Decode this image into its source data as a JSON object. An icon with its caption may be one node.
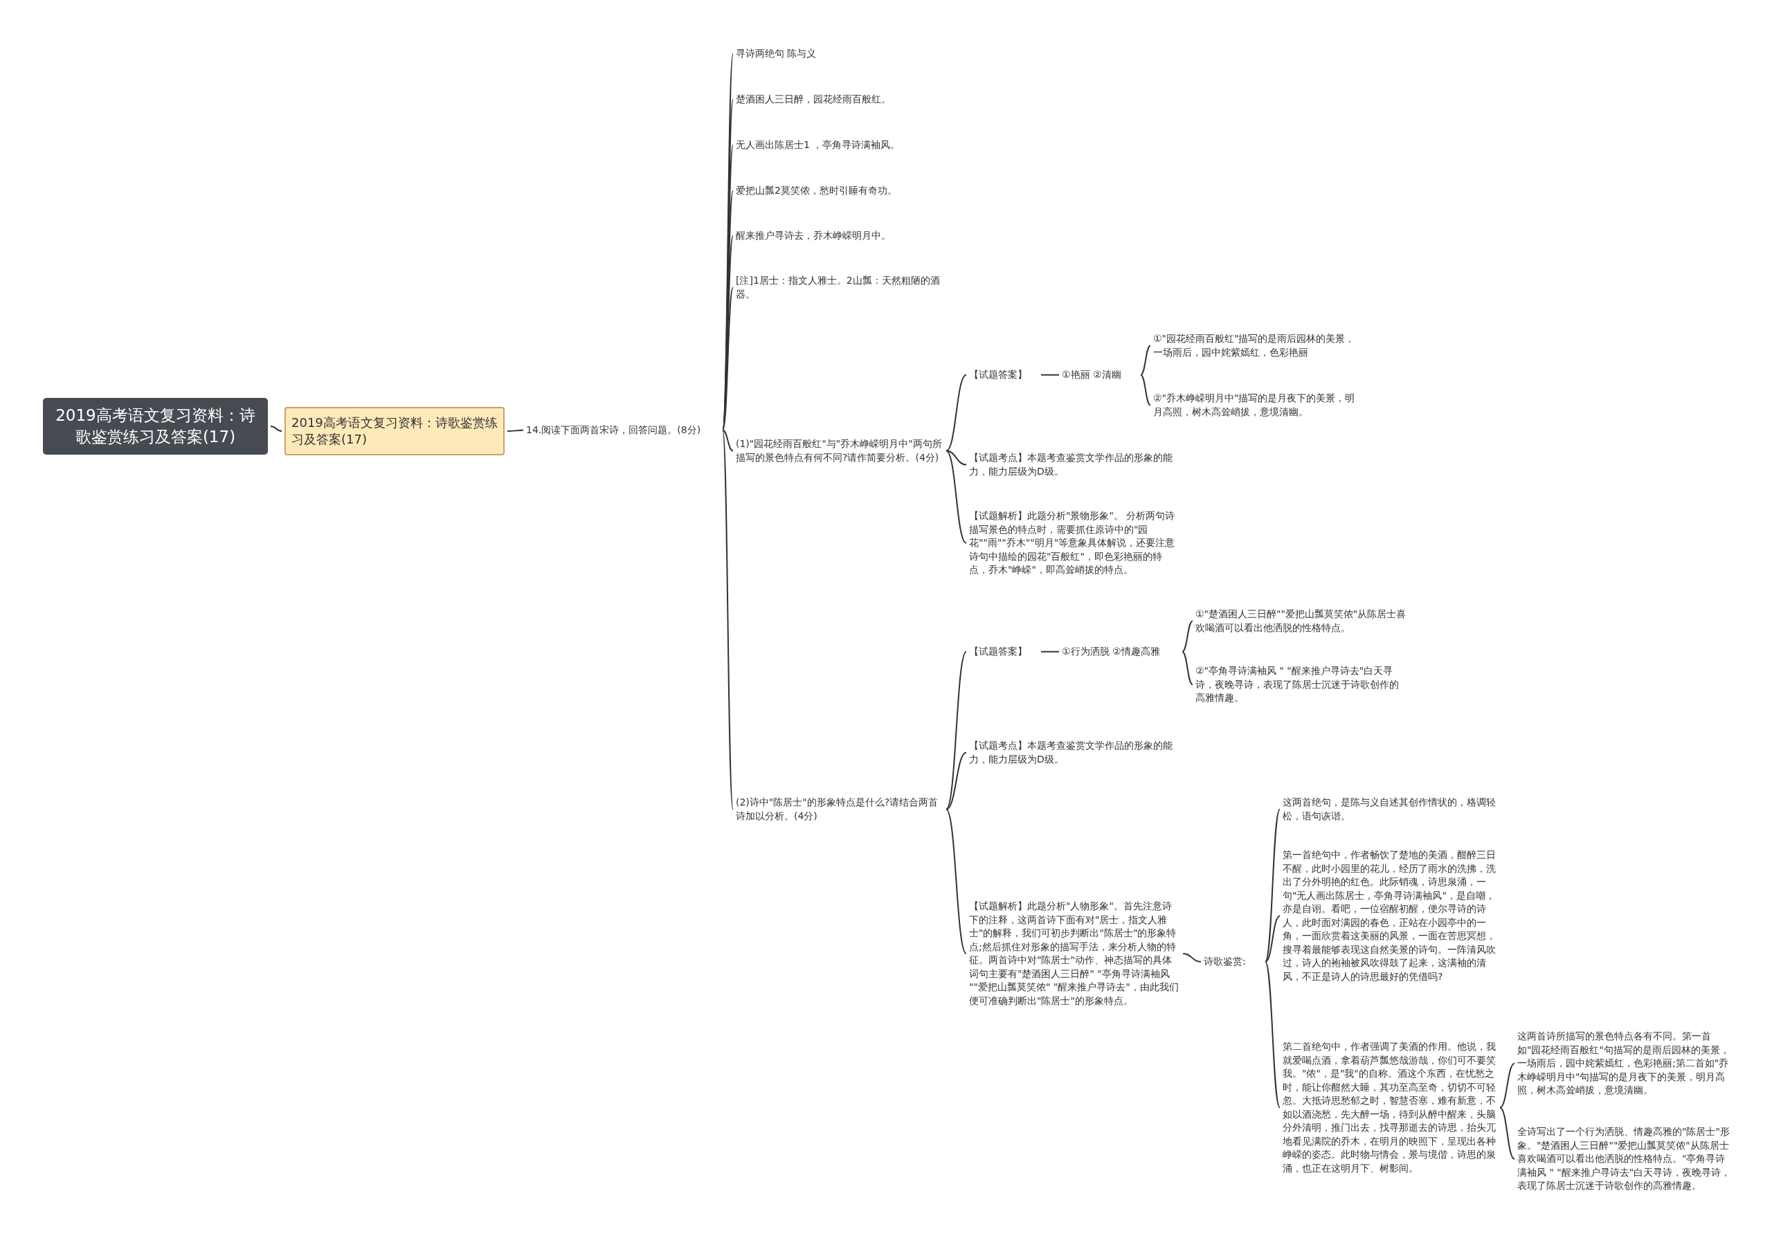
{
  "diagram": {
    "nodes": [
      {
        "text": [
          "2019高考语文复习资料：诗歌鉴赏练习及答案(17)"
        ]
      },
      {
        "text": [
          "2019高考语文复习资料：诗歌鉴赏练习及答案(17)"
        ]
      },
      {
        "text": [
          "14.阅读下面两首宋诗，回答问题。(8分)"
        ]
      },
      {
        "text": [
          "寻诗两绝句 陈与义"
        ]
      },
      {
        "text": [
          "楚酒困人三日醉，园花经雨百般红。"
        ]
      },
      {
        "text": [
          "无人画出陈居士1 ，亭角寻诗满袖风。"
        ]
      },
      {
        "text": [
          "爱把山瓢2莫笑侬，愁时引睡有奇功。"
        ]
      },
      {
        "text": [
          "醒来推户寻诗去，乔木峥嵘明月中。"
        ]
      },
      {
        "text": [
          "[注]1居士：指文人雅士。2山瓢：天然粗陋的酒器。"
        ]
      },
      {
        "text": [
          "(1)\"园花经雨百般红\"与\"乔木峥嵘明月中\"两句所描写的景色特点有何不同?请作简要分析。(4分)"
        ]
      },
      {
        "text": [
          "【试题答案】"
        ]
      },
      {
        "text": [
          "①艳丽 ②清幽"
        ]
      },
      {
        "text": [
          "①\"园花经雨百般红\"描写的是雨后园林的美景，一场雨后，园中姹紫嫣红，色彩艳丽"
        ]
      },
      {
        "text": [
          "②\"乔木峥嵘明月中\"描写的是月夜下的美景，明月高照，树木高耸峭拔，意境清幽。"
        ]
      },
      {
        "text": [
          "【试题考点】本题考查鉴赏文学作品的形象的能力，能力层级为D级。"
        ]
      },
      {
        "text": [
          "【试题解析】此题分析\"景物形象\"。 分析两句诗描写景色的特点时，需要抓住原诗中的\"园花\"\"雨\"\"乔木\"\"明月\"等意象具体解说，还要注意诗句中描绘的园花\"百般红\"，即色彩艳丽的特点，乔木\"峥嵘\"，即高耸峭拔的特点。"
        ]
      },
      {
        "text": [
          "(2)诗中\"陈居士\"的形象特点是什么?请结合两首诗加以分析。(4分)"
        ]
      },
      {
        "text": [
          "【试题答案】"
        ]
      },
      {
        "text": [
          "①行为洒脱 ②情趣高雅"
        ]
      },
      {
        "text": [
          "①\"楚酒困人三日醉\"\"爱把山瓢莫笑侬\"从陈居士喜欢喝酒可以看出他洒脱的性格特点。"
        ]
      },
      {
        "text": [
          "②\"亭角寻诗满袖风 \" \"醒来推户寻诗去\"白天寻诗，夜晚寻诗，表现了陈居士沉迷于诗歌创作的高雅情趣。"
        ]
      },
      {
        "text": [
          "【试题考点】本题考查鉴赏文学作品的形象的能力，能力层级为D级。"
        ]
      },
      {
        "text": [
          "【试题解析】此题分析\"人物形象\"。首先注意诗下的注释，这两首诗下面有对\"居士，指文人雅士\"的解释，我们可初步判断出\"陈居士\"的形象特点;然后抓住对形象的描写手法，来分析人物的特征。两首诗中对\"陈居士\"动作、神态描写的具体词句主要有\"楚酒困人三日醉\" \"亭角寻诗满袖风 \"\"爱把山瓢莫笑侬\" \"醒来推户寻诗去\"，由此我们便可准确判断出\"陈居士\"的形象特点。"
        ]
      },
      {
        "text": [
          "诗歌鉴赏:"
        ]
      },
      {
        "text": [
          "这两首绝句，是陈与义自述其创作情状的，格调轻松，语句诙谐。"
        ]
      },
      {
        "text": [
          "第一首绝句中，作者畅饮了楚地的美酒，酣醉三日不醒，此时小园里的花儿，经历了雨水的洗拂，洗出了分外明艳的红色。此际销魂，诗思泉涌，一句\"无人画出陈居士，亭角寻诗满袖风\"，是自嘲，亦是自诩。看吧，一位宿醒初醒，便尔寻诗的诗人，此时面对满园的春色，正站在小园亭中的一角，一面欣赏着这美丽的风景，一面在苦思冥想，搜寻着最能够表现这自然美景的诗句。一阵清风吹过，诗人的袍袖被风吹得鼓了起来，这满袖的清风，不正是诗人的诗思最好的凭借吗?"
        ]
      },
      {
        "text": [
          "第二首绝句中，作者强调了美酒的作用。他说，我就爱喝点酒，拿着葫芦瓢悠哉游哉，你们可不要笑我。\"侬\"，是\"我\"的自称。酒这个东西，在忧愁之时，能让你酣然大睡，其功至高至奇，切切不可轻忽。大抵诗思愁郁之时，智慧否塞，难有新意，不如以酒浇愁，先大醉一场，待到从醉中醒来，头脑分外清明，推门出去，找寻那逝去的诗思，抬头兀地看见满院的乔木，在明月的映照下，呈现出各种峥嵘的姿态。此时物与情会，景与境偕，诗思的泉涌，也正在这明月下、树影间。"
        ]
      },
      {
        "text": [
          "这两首诗所描写的景色特点各有不同。第一首如\"园花经雨百般红\"句描写的是雨后园林的美景，一场雨后，园中姹紫嫣红，色彩艳丽;第二首如\"乔木峥嵘明月中\"句描写的是月夜下的美景，明月高照，树木高耸峭拔，意境清幽。"
        ]
      },
      {
        "text": [
          "全诗写出了一个行为洒脱、情趣高雅的\"陈居士\"形象。\"楚酒困人三日醉\"\"爱把山瓢莫笑侬\"从陈居士喜欢喝酒可以看出他洒脱的性格特点。\"亭角寻诗满袖风 \" \"醒来推户寻诗去\"白天寻诗，夜晚寻诗，表现了陈居士沉迷于诗歌创作的高雅情趣。"
        ]
      }
    ],
    "edges": [
      {
        "from": 0,
        "to": 1,
        "arrow": "none"
      },
      {
        "from": 1,
        "to": 2,
        "arrow": "none"
      },
      {
        "from": 2,
        "to": 3,
        "arrow": "none"
      },
      {
        "from": 2,
        "to": 4,
        "arrow": "none"
      },
      {
        "from": 2,
        "to": 5,
        "arrow": "none"
      },
      {
        "from": 2,
        "to": 6,
        "arrow": "none"
      },
      {
        "from": 2,
        "to": 7,
        "arrow": "none"
      },
      {
        "from": 2,
        "to": 8,
        "arrow": "none"
      },
      {
        "from": 2,
        "to": 9,
        "arrow": "none"
      },
      {
        "from": 2,
        "to": 16,
        "arrow": "none"
      },
      {
        "from": 9,
        "to": 10,
        "arrow": "none"
      },
      {
        "from": 10,
        "to": 11,
        "arrow": "none"
      },
      {
        "from": 11,
        "to": 12,
        "arrow": "none"
      },
      {
        "from": 11,
        "to": 13,
        "arrow": "none"
      },
      {
        "from": 9,
        "to": 14,
        "arrow": "none"
      },
      {
        "from": 9,
        "to": 15,
        "arrow": "none"
      },
      {
        "from": 16,
        "to": 17,
        "arrow": "none"
      },
      {
        "from": 17,
        "to": 18,
        "arrow": "none"
      },
      {
        "from": 18,
        "to": 19,
        "arrow": "none"
      },
      {
        "from": 18,
        "to": 20,
        "arrow": "none"
      },
      {
        "from": 16,
        "to": 21,
        "arrow": "none"
      },
      {
        "from": 16,
        "to": 22,
        "arrow": "none"
      },
      {
        "from": 22,
        "to": 23,
        "arrow": "none"
      },
      {
        "from": 23,
        "to": 24,
        "arrow": "none"
      },
      {
        "from": 23,
        "to": 25,
        "arrow": "none"
      },
      {
        "from": 23,
        "to": 26,
        "arrow": "none"
      },
      {
        "from": 26,
        "to": 27,
        "arrow": "none"
      },
      {
        "from": 26,
        "to": 28,
        "arrow": "none"
      }
    ]
  }
}
